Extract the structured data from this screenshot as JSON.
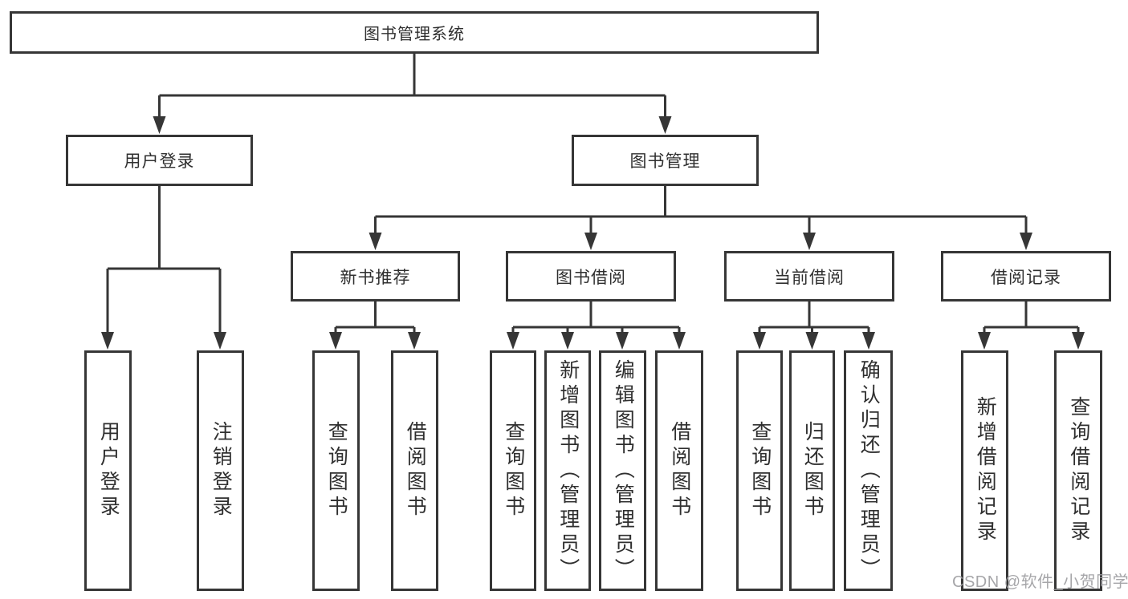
{
  "diagram_type": "hierarchy-tree",
  "tree": {
    "root": {
      "label": "图书管理系统"
    },
    "login_branch": {
      "label": "用户登录",
      "children": [
        {
          "label": "用户登录"
        },
        {
          "label": "注销登录"
        }
      ]
    },
    "mgmt_branch": {
      "label": "图书管理",
      "sections": [
        {
          "label": "新书推荐",
          "children": [
            {
              "label": "查询图书"
            },
            {
              "label": "借阅图书"
            }
          ]
        },
        {
          "label": "图书借阅",
          "children": [
            {
              "label": "查询图书"
            },
            {
              "label": "新增图书（管理员）"
            },
            {
              "label": "编辑图书（管理员）"
            },
            {
              "label": "借阅图书"
            }
          ]
        },
        {
          "label": "当前借阅",
          "children": [
            {
              "label": "查询图书"
            },
            {
              "label": "归还图书"
            },
            {
              "label": "确认归还（管理员）"
            }
          ]
        },
        {
          "label": "借阅记录",
          "children": [
            {
              "label": "新增借阅记录"
            },
            {
              "label": "查询借阅记录"
            }
          ]
        }
      ]
    }
  },
  "watermark": {
    "text": "CSDN @软件_小贺同学"
  },
  "colors": {
    "line": "#363636",
    "box_border": "#363636",
    "text": "#2f2f2f",
    "watermark": "#9e9ea2",
    "background": "#ffffff"
  }
}
